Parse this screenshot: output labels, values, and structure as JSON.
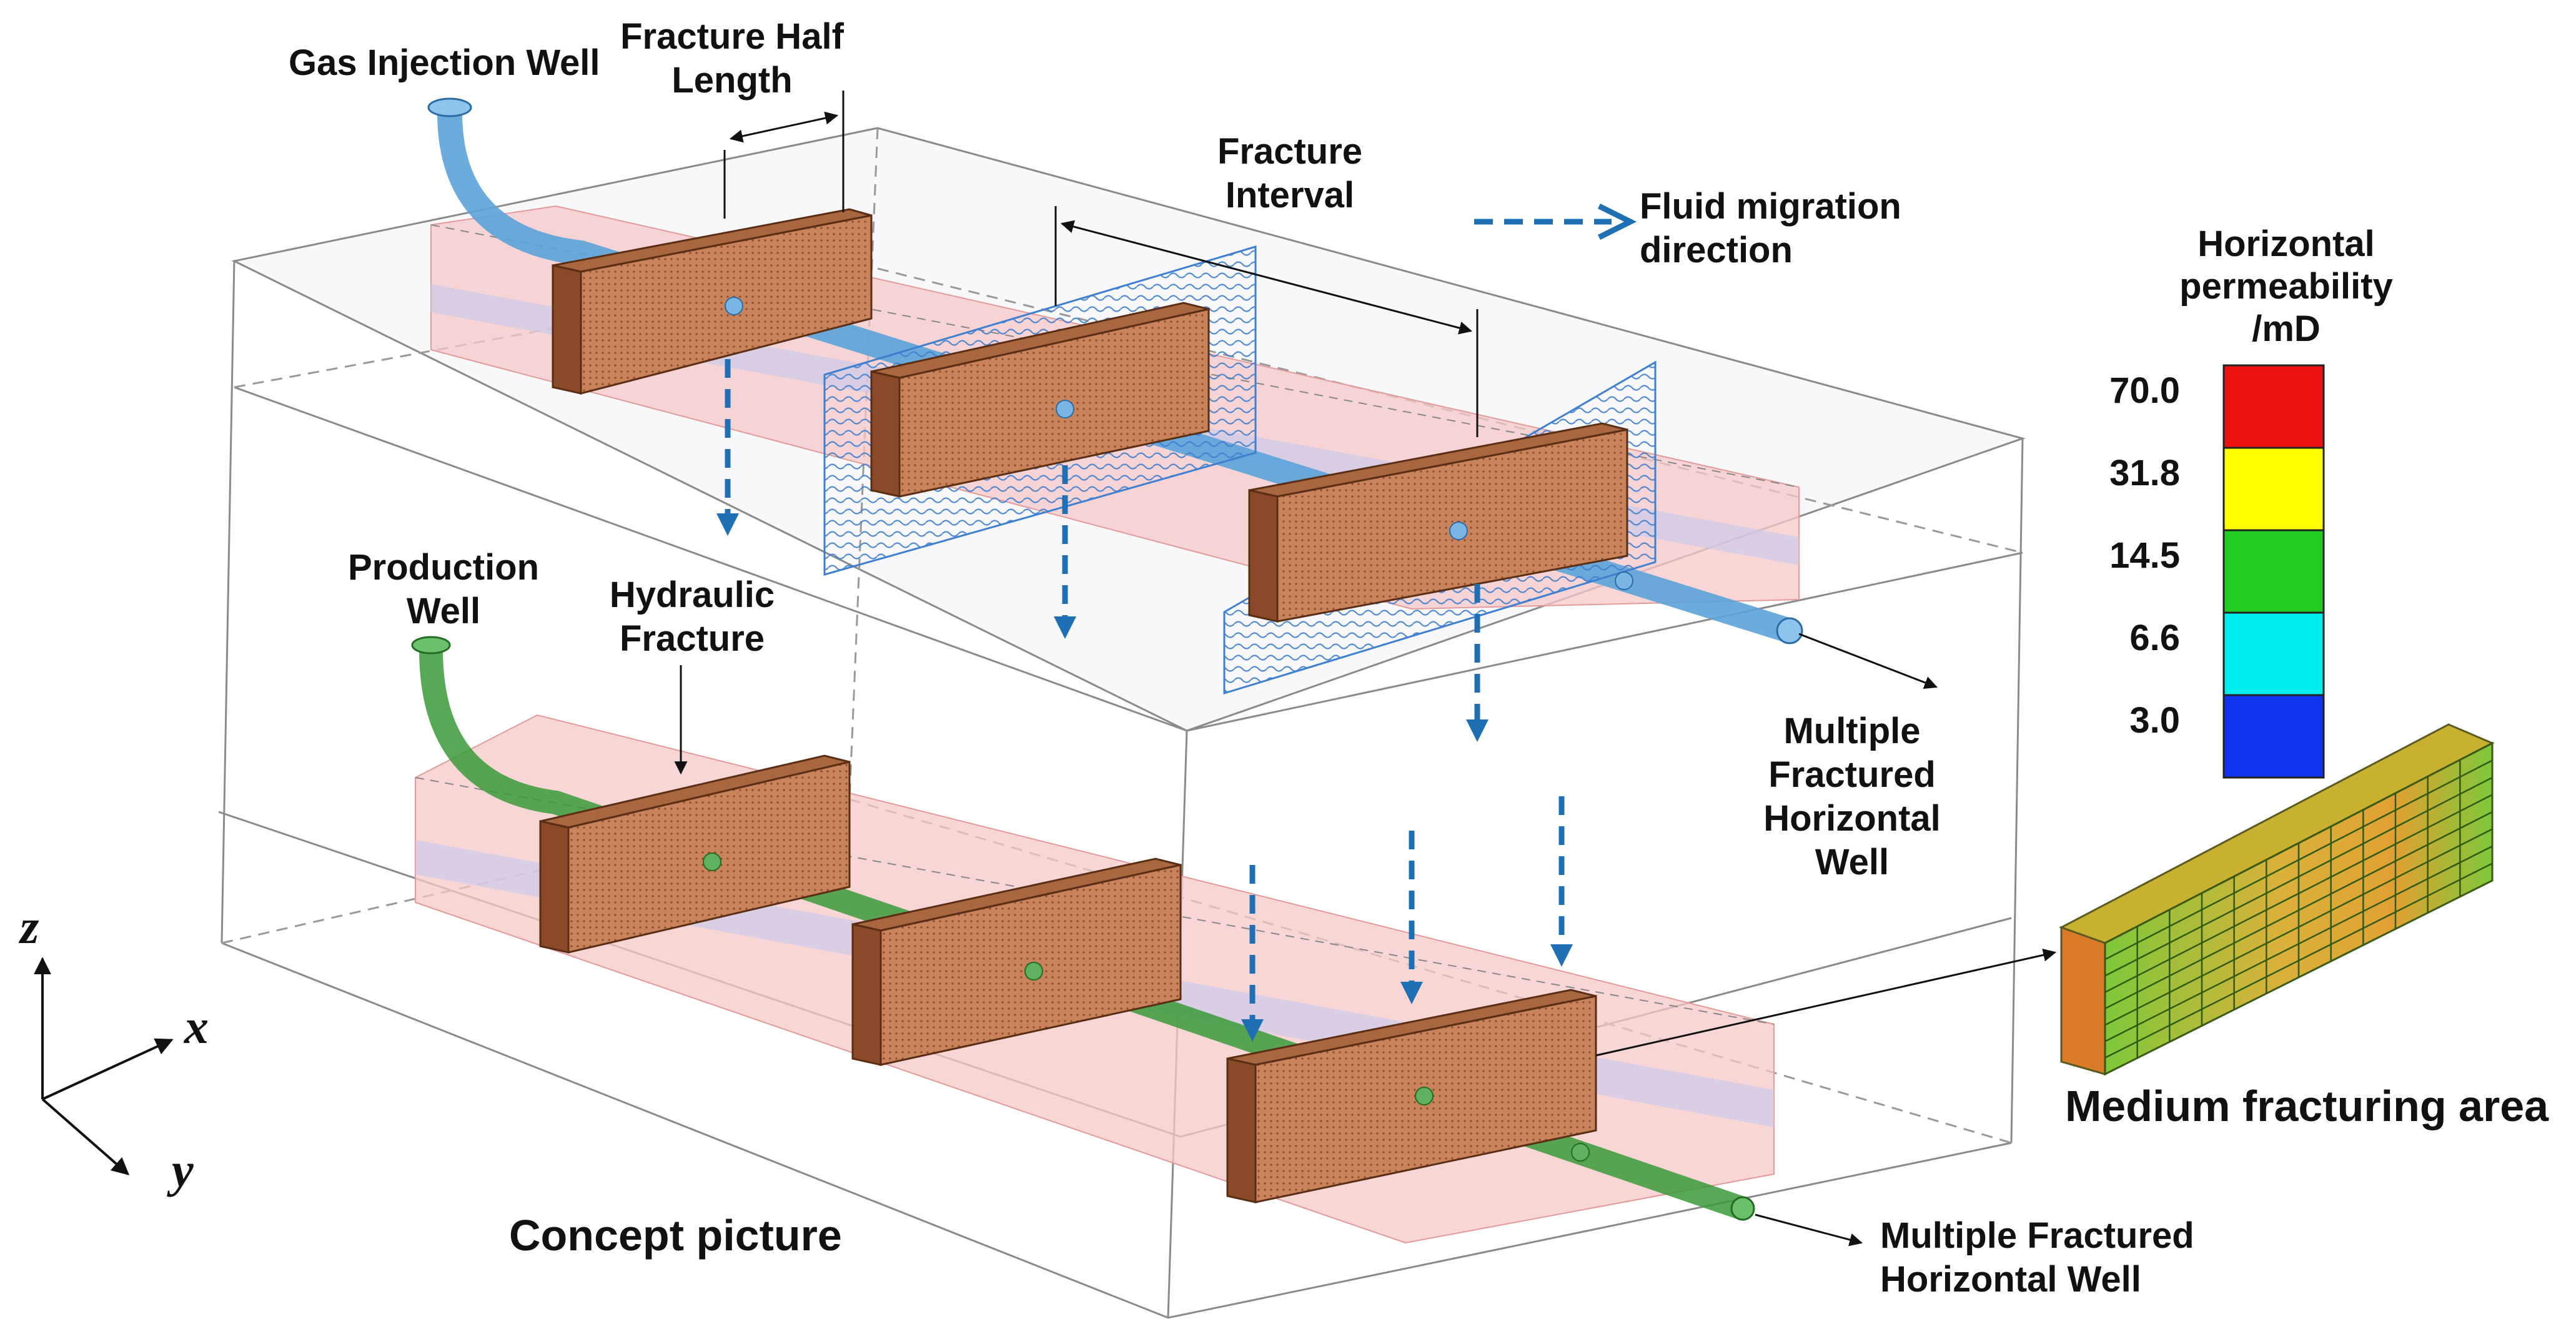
{
  "labels": {
    "gas_injection_well": "Gas Injection Well",
    "fracture_half_length": [
      "Fracture Half",
      "Length"
    ],
    "fracture_interval": [
      "Fracture",
      "Interval"
    ],
    "fluid_migration": [
      "Fluid migration",
      "direction"
    ],
    "production_well": [
      "Production",
      "Well"
    ],
    "hydraulic_fracture": [
      "Hydraulic",
      "Fracture"
    ],
    "mfhw_upper": [
      "Multiple",
      "Fractured",
      "Horizontal",
      "Well"
    ],
    "mfhw_lower": [
      "Multiple Fractured",
      "Horizontal Well"
    ],
    "concept_picture": "Concept picture",
    "medium_fracturing_area": "Medium fracturing area"
  },
  "axes": {
    "z": "z",
    "x": "x",
    "y": "y"
  },
  "legend": {
    "title": [
      "Horizontal",
      "permeability",
      "/mD"
    ],
    "ticks": [
      "70.0",
      "31.8",
      "14.5",
      "6.6",
      "3.0"
    ],
    "colors": [
      "#ee1111",
      "#ffff00",
      "#22cc22",
      "#00eeee",
      "#1133ee"
    ]
  },
  "colors": {
    "injection_well": "#5ba3d9",
    "production_well": "#3a9a3a",
    "fracture": "#c8835a",
    "reservoir_layer": "#f6c8c8",
    "migration_arrow": "#1f6fb5"
  }
}
